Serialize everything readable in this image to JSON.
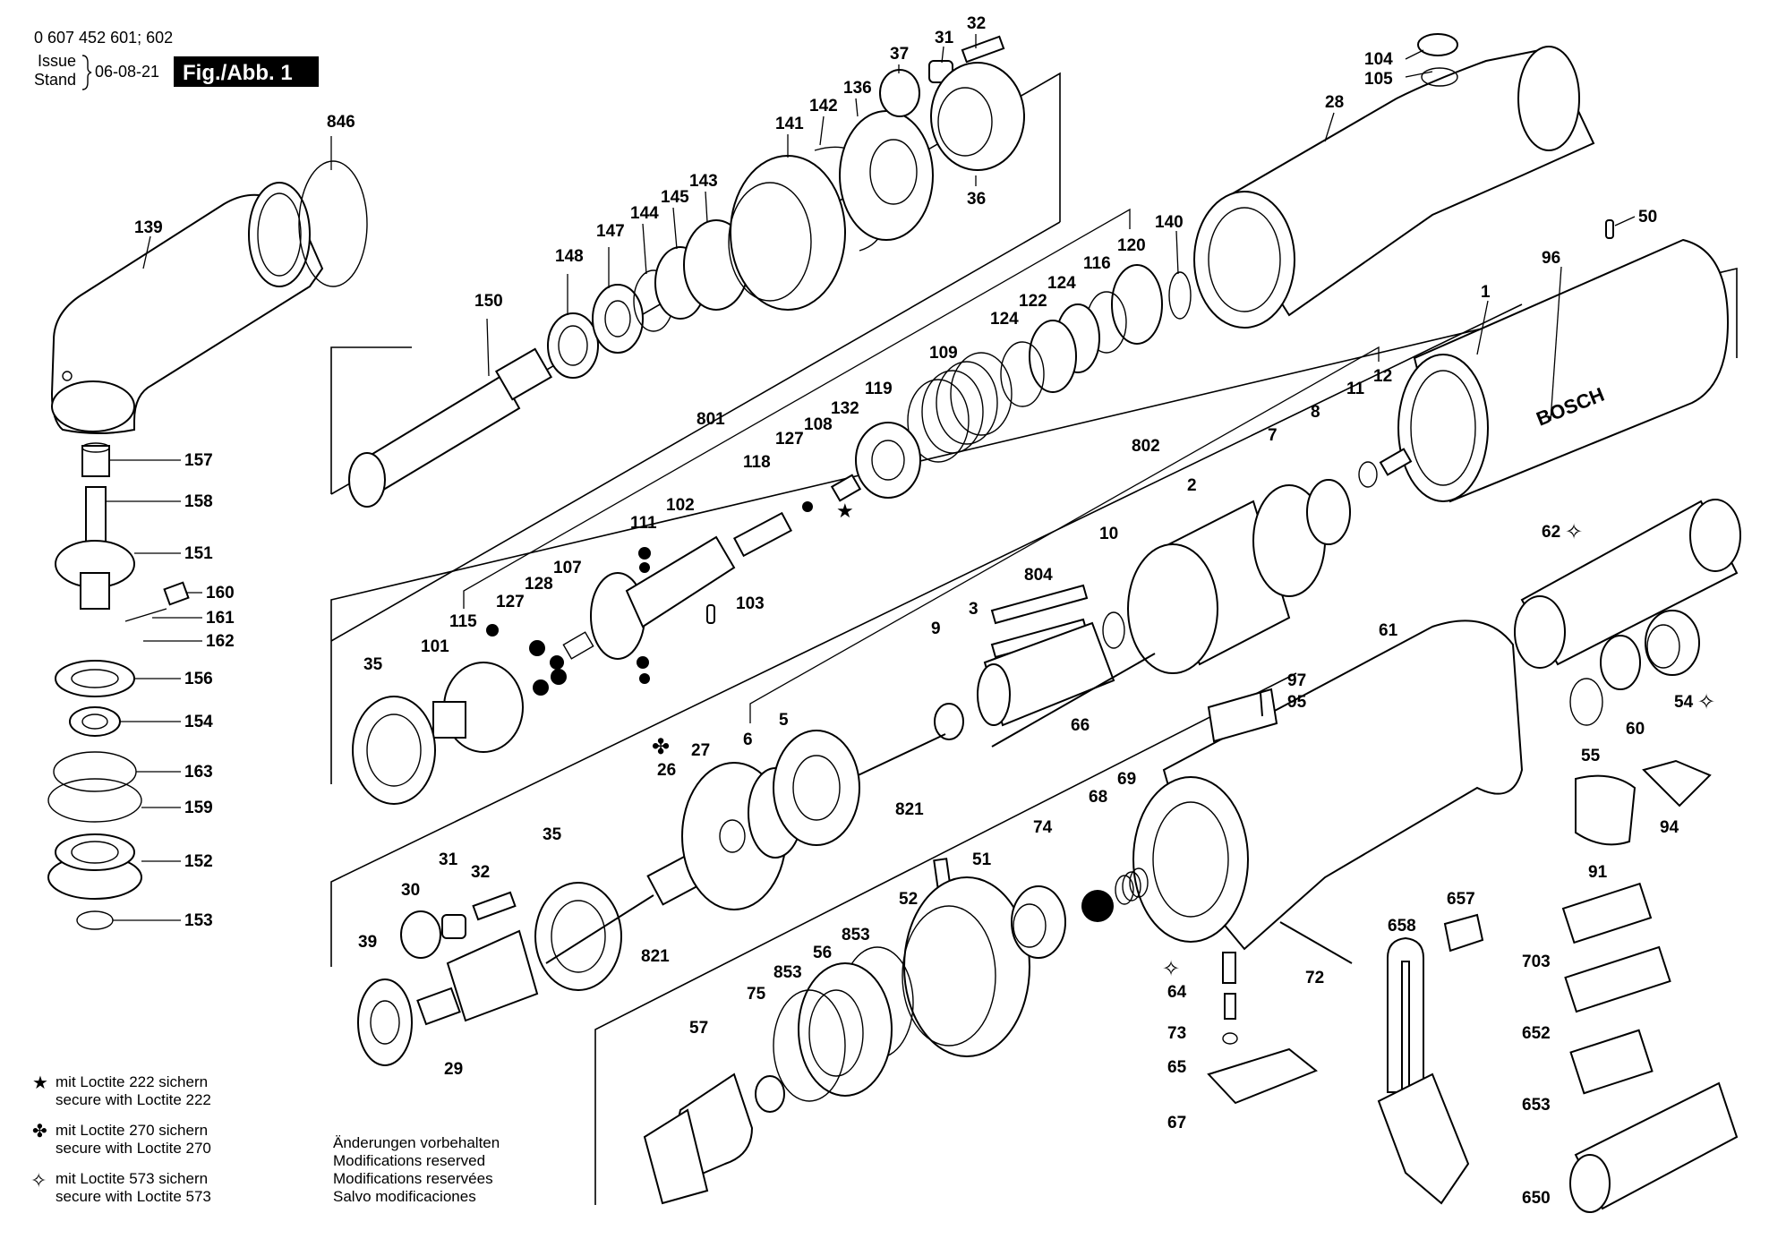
{
  "header": {
    "part_numbers": "0 607 452 601; 602",
    "issue_label": "Issue",
    "stand_label": "Stand",
    "date": "06-08-21",
    "figure_label": "Fig./Abb. 1"
  },
  "brand": "BOSCH",
  "legend": [
    {
      "symbol": "star",
      "line1": "mit Loctite 222 sichern",
      "line2": "secure with Loctite 222"
    },
    {
      "symbol": "club",
      "line1": "mit Loctite 270 sichern",
      "line2": "secure with Loctite 270"
    },
    {
      "symbol": "four-point-star",
      "line1": "mit Loctite 573 sichern",
      "line2": "secure with Loctite 573"
    }
  ],
  "notice": [
    "Änderungen vorbehalten",
    "Modifications reserved",
    "Modifications reservées",
    "Salvo modificaciones"
  ],
  "callouts": [
    "0 607 452 601; 602"
  ],
  "part_labels": {
    "p846": "846",
    "p139": "139",
    "p157": "157",
    "p158": "158",
    "p151": "151",
    "p160": "160",
    "p161": "161",
    "p162": "162",
    "p156": "156",
    "p154": "154",
    "p163": "163",
    "p159": "159",
    "p152": "152",
    "p153": "153",
    "p150": "150",
    "p148": "148",
    "p147": "147",
    "p144": "144",
    "p145": "145",
    "p143": "143",
    "p141": "141",
    "p142": "142",
    "p136": "136",
    "p37": "37",
    "p31a": "31",
    "p32a": "32",
    "p36": "36",
    "p104": "104",
    "p105": "105",
    "p28": "28",
    "p140": "140",
    "p120": "120",
    "p116": "116",
    "p124a": "124",
    "p122": "122",
    "p124b": "124",
    "p109": "109",
    "p119": "119",
    "p132": "132",
    "p108": "108",
    "p127a": "127",
    "p118": "118",
    "p801": "801",
    "p111": "111",
    "p102": "102",
    "p103": "103",
    "p107": "107",
    "p128": "128",
    "p127b": "127",
    "p115": "115",
    "p101": "101",
    "p35a": "35",
    "p50": "50",
    "p96": "96",
    "p1": "1",
    "p12": "12",
    "p11": "11",
    "p8": "8",
    "p7": "7",
    "p802": "802",
    "p2": "2",
    "p10": "10",
    "p804": "804",
    "p9": "9",
    "p3": "3",
    "p66": "66",
    "p62": "62",
    "p61": "61",
    "p97": "97",
    "p95": "95",
    "p55": "55",
    "p60": "60",
    "p54": "54",
    "p94": "94",
    "p91": "91",
    "p6": "6",
    "p5": "5",
    "p27": "27",
    "p26": "26",
    "p821a": "821",
    "p35b": "35",
    "p31b": "31",
    "p32b": "32",
    "p30": "30",
    "p39": "39",
    "p29": "29",
    "p821b": "821",
    "p74": "74",
    "p68": "68",
    "p69": "69",
    "p51": "51",
    "p52": "52",
    "p853a": "853",
    "p56": "56",
    "p853b": "853",
    "p75": "75",
    "p57": "57",
    "p657": "657",
    "p658": "658",
    "p72": "72",
    "p64": "64",
    "p73": "73",
    "p65": "65",
    "p67": "67",
    "p703": "703",
    "p652": "652",
    "p653": "653",
    "p650": "650"
  }
}
